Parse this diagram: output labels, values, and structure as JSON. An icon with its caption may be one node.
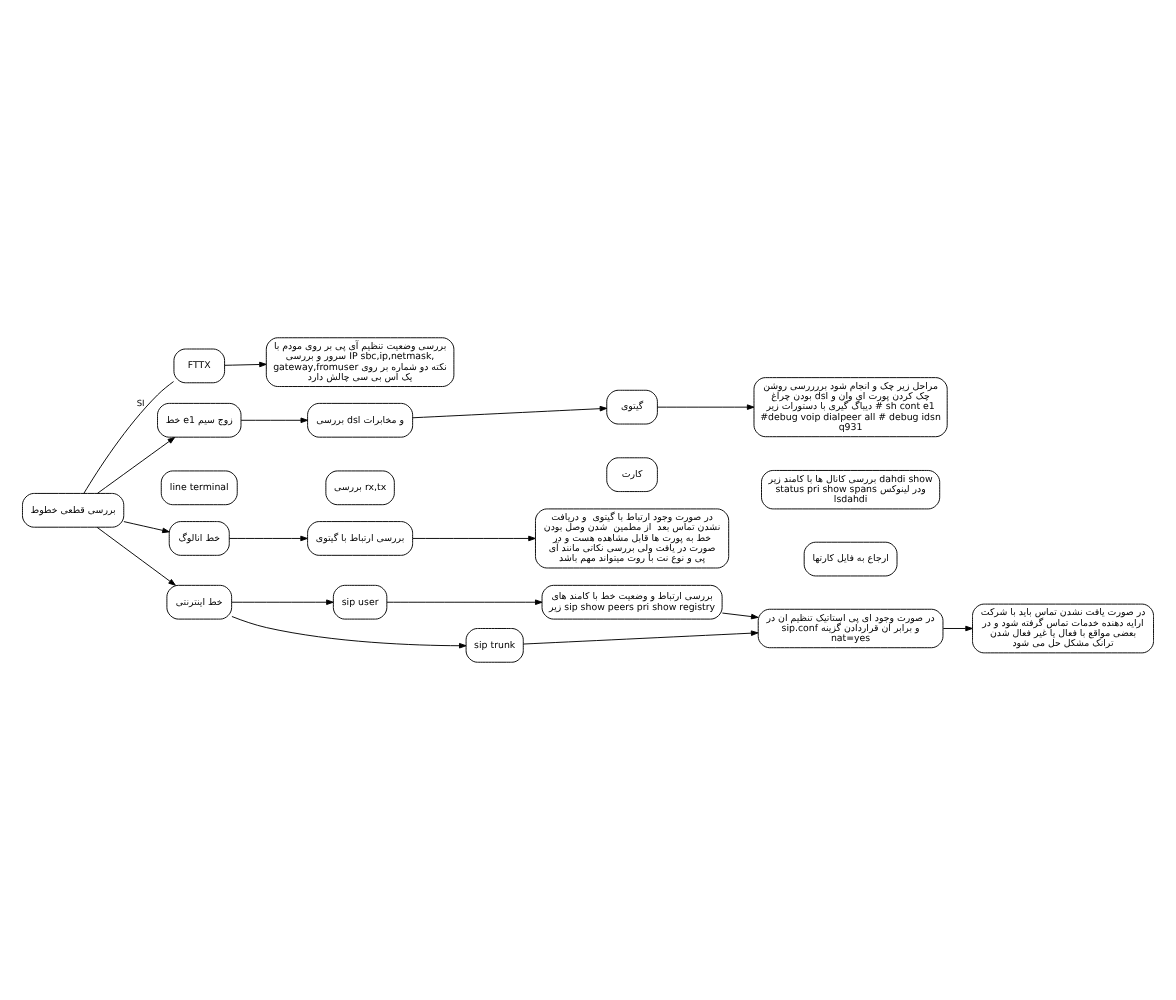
{
  "diagram": {
    "nodes": [
      {
        "text": [
          "بررسی قطعی خطوط"
        ]
      },
      {
        "text": [
          "FTTX"
        ]
      },
      {
        "text": [
          "بررسی وضعیت تنظیم آی پی بر روی مودم با سرور و بررسی IP sbc,ip,netmask, gateway,fromuser نکته دو شماره بر روی یک اس بی سی چالش دارد"
        ]
      },
      {
        "text": [
          "خط e1 زوج سیم"
        ]
      },
      {
        "text": [
          "بررسی dsl و مخابرات"
        ]
      },
      {
        "text": [
          "گیتوی"
        ]
      },
      {
        "text": [
          "مراحل زیر چک و انجام شود بررررسی روشن بودن چراغ dsl چک کردن پورت ای وان و دیباگ گیری با دستورات زیر # sh cont e1 #debug voip dialpeer all # debug idsn q931"
        ]
      },
      {
        "text": [
          "line terminal"
        ]
      },
      {
        "text": [
          "بررسی rx,tx"
        ]
      },
      {
        "text": [
          "کارت"
        ]
      },
      {
        "text": [
          "بررسی کانال ها با کامند زیر dahdi show status pri show spans ودر لینوکس lsdahdi"
        ]
      },
      {
        "text": [
          "ارجاع به فایل کارتها"
        ]
      },
      {
        "text": [
          "خط انالوگ"
        ]
      },
      {
        "text": [
          "بررسی ارتباط با گیتوی"
        ]
      },
      {
        "text": [
          "در صورت وجود ارتباط با گیتوی  و دریافت نشدن تماس بعد  از مطمین  شدن وصل بودن خط به پورت ها قابل مشاهده هست و در صورت در یافت ولی بررسی نکاتی مانند آی پی و نوع نت با روت میتواند مهم باشد"
        ]
      },
      {
        "text": [
          "خط اینترنتی"
        ]
      },
      {
        "text": [
          "sip user"
        ]
      },
      {
        "text": [
          "بررسی ارتباط و وضعیت خط با کامند های زیر sip show peers pri show registry"
        ]
      },
      {
        "text": [
          "sip trunk"
        ]
      },
      {
        "text": [
          "در صورت وجود ای پی استاتیک تنظیم ان در sip.conf و برابر ان قراردادن گزینه nat=yes"
        ]
      },
      {
        "text": [
          "در صورت یافت نشدن تماس باید با شرکت ارایه دهنده خدمات تماس گرفته شود و در بعضی مواقع با فعال یا غیر فعال شدن ترانک مشکل حل می شود"
        ]
      }
    ],
    "edges": [
      {
        "from": 0,
        "to": 1,
        "arrow": "none",
        "label": "SI"
      },
      {
        "from": 1,
        "to": 2,
        "arrow": "to"
      },
      {
        "from": 0,
        "to": 3,
        "arrow": "to"
      },
      {
        "from": 3,
        "to": 4,
        "arrow": "to"
      },
      {
        "from": 4,
        "to": 5,
        "arrow": "to"
      },
      {
        "from": 5,
        "to": 6,
        "arrow": "to"
      },
      {
        "from": 0,
        "to": 12,
        "arrow": "to"
      },
      {
        "from": 12,
        "to": 13,
        "arrow": "to"
      },
      {
        "from": 13,
        "to": 14,
        "arrow": "to"
      },
      {
        "from": 0,
        "to": 15,
        "arrow": "to"
      },
      {
        "from": 15,
        "to": 16,
        "arrow": "to"
      },
      {
        "from": 15,
        "to": 18,
        "arrow": "to"
      },
      {
        "from": 16,
        "to": 17,
        "arrow": "to"
      },
      {
        "from": 17,
        "to": 19,
        "arrow": "to"
      },
      {
        "from": 18,
        "to": 19,
        "arrow": "to"
      },
      {
        "from": 19,
        "to": 20,
        "arrow": "to"
      }
    ]
  }
}
